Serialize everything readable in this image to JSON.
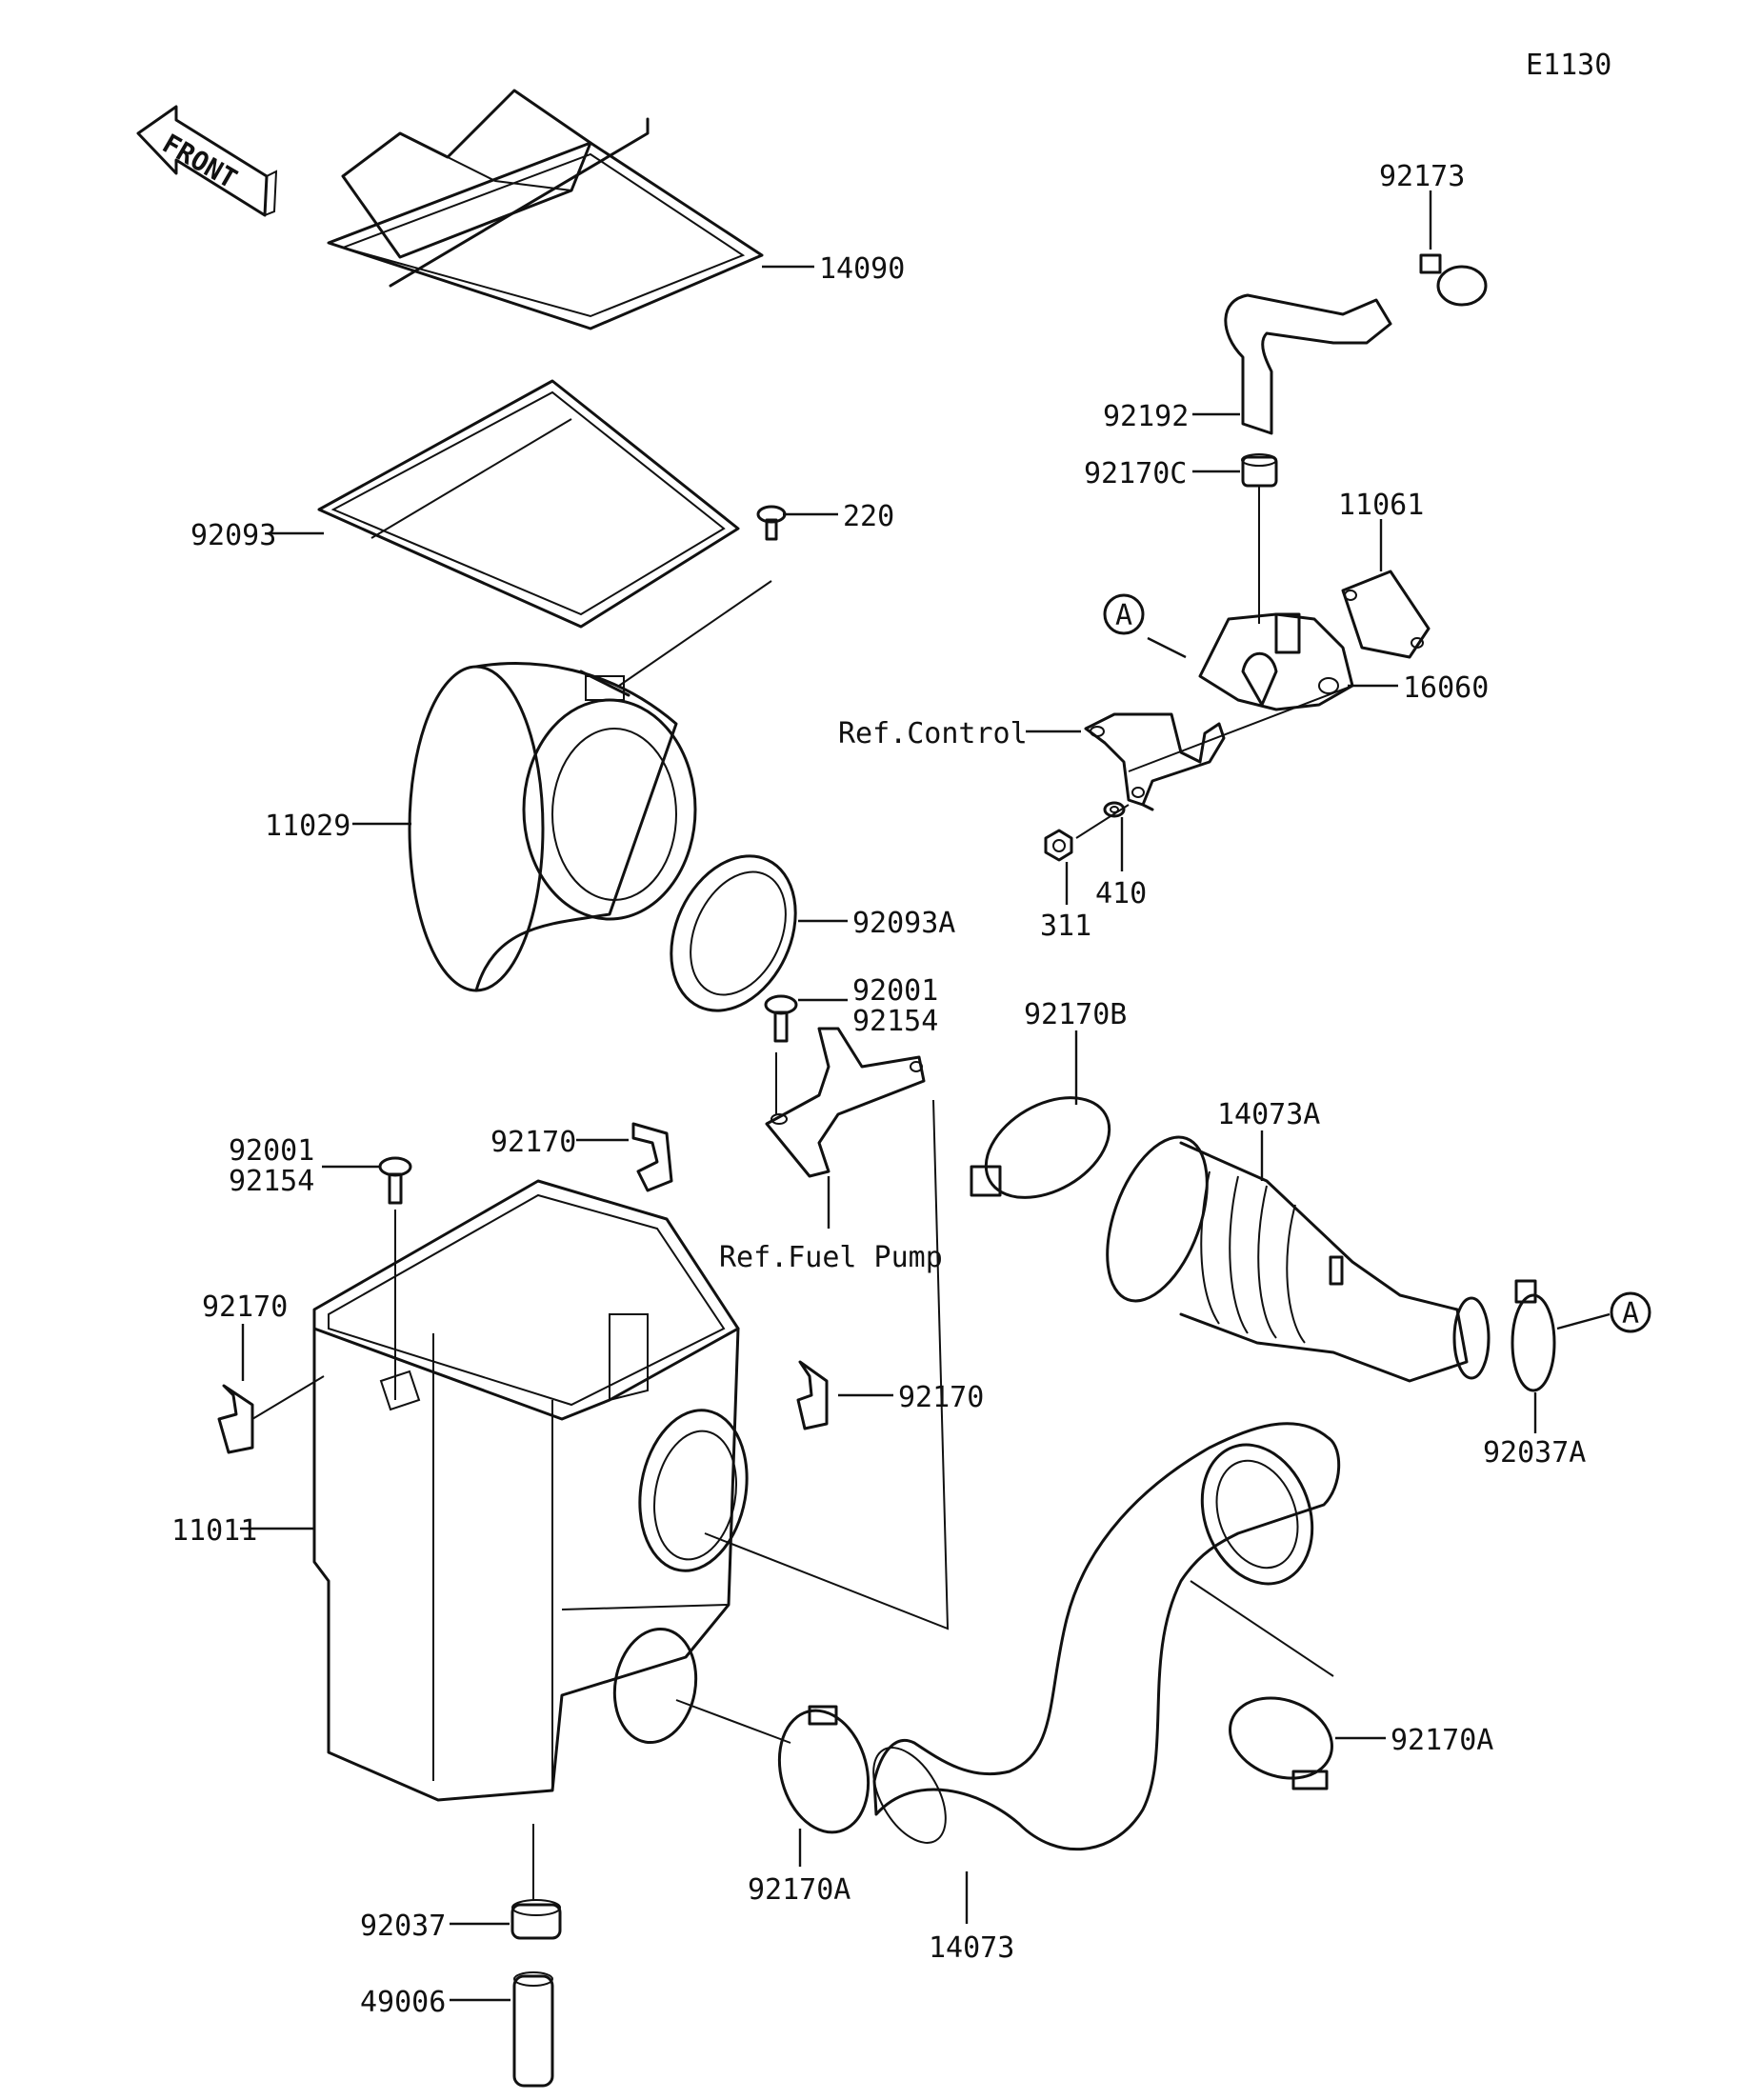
{
  "figure_code": "E1130",
  "front_label": "FRONT",
  "ref_a": "A",
  "labels": {
    "p14090": "14090",
    "p92093": "92093",
    "p220": "220",
    "p11029": "11029",
    "p92093a": "92093A",
    "p92001_top": "92001",
    "p92154_top": "92154",
    "p92001_left": "92001",
    "p92154_left": "92154",
    "p92170_mid": "92170",
    "p92170_left": "92170",
    "p92170_right": "92170",
    "ref_fuel_pump": "Ref.Fuel Pump",
    "p11011": "11011",
    "p92170a_low": "92170A",
    "p92037": "92037",
    "p49006": "49006",
    "p14073": "14073",
    "p92170a_right": "92170A",
    "p92170b": "92170B",
    "p14073a": "14073A",
    "p92037a": "92037A",
    "p92173": "92173",
    "p92192": "92192",
    "p92170c": "92170C",
    "p11061": "11061",
    "p16060": "16060",
    "ref_control": "Ref.Control",
    "p311": "311",
    "p410": "410"
  }
}
